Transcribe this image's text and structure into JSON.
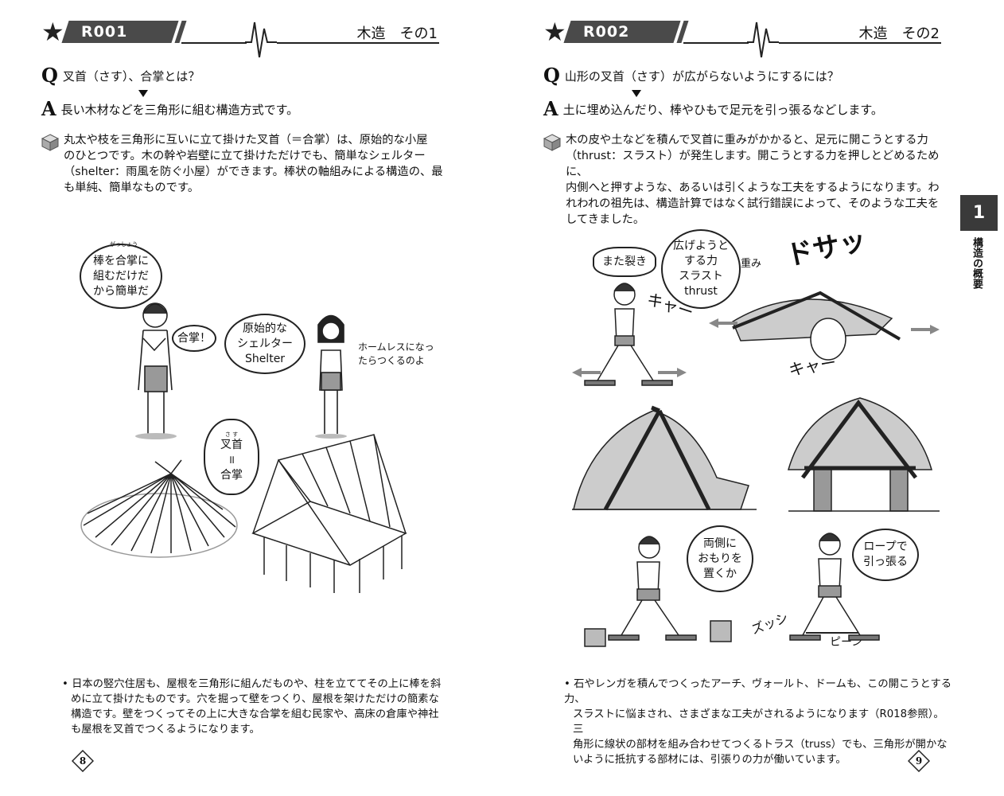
{
  "left": {
    "header": {
      "code": "R001",
      "title": "木造　その1"
    },
    "question": {
      "marker": "Q",
      "text": "叉首（さす）、合掌とは？"
    },
    "answer": {
      "marker": "A",
      "text": "長い木材などを三角形に組む構造方式です。"
    },
    "body": [
      "丸太や枝を三角形に互いに立て掛けた叉首（＝合掌）は、原始的な小屋",
      "のひとつです。木の幹や岩壁に立て掛けただけでも、簡単なシェルター",
      "（shelter：雨風を防ぐ小屋）ができます。棒状の軸組みによる構造の、最",
      "も単純、簡単なものです。"
    ],
    "illustration": {
      "bubble_main": [
        "棒を合掌に",
        "組むだけだ",
        "から簡単だ"
      ],
      "ruby_gassho": "がっしょう",
      "bubble_gassho": "合掌！",
      "bubble_shelter": [
        "原始的な",
        "シェルター",
        "Shelter"
      ],
      "remark": [
        "ホームレスになっ",
        "たらつくるのよ"
      ],
      "ruby_sasu": "さ す",
      "bubble_sasu": [
        "叉首",
        "॥",
        "合掌"
      ]
    },
    "note": [
      "日本の竪穴住居も、屋根を三角形に組んだものや、柱を立ててその上に棒を斜",
      "めに立て掛けたものです。穴を掘って壁をつくり、屋根を架けただけの簡素な",
      "構造です。壁をつくってその上に大きな合掌を組む民家や、高床の倉庫や神社",
      "も屋根を叉首でつくるようになります。"
    ],
    "page_number": "8"
  },
  "right": {
    "header": {
      "code": "R002",
      "title": "木造　その2"
    },
    "question": {
      "marker": "Q",
      "text": "山形の叉首（さす）が広がらないようにするには？"
    },
    "answer": {
      "marker": "A",
      "text": "土に埋め込んだり、棒やひもで足元を引っ張るなどします。"
    },
    "body": [
      "木の皮や土などを積んで叉首に重みがかかると、足元に開こうとする力",
      "（thrust：スラスト）が発生します。開こうとする力を押しとどめるために、",
      "内側へと押すような、あるいは引くような工夫をするようになります。わ",
      "れわれの祖先は、構造計算ではなく試行錯誤によって、そのような工夫を",
      "してきました。"
    ],
    "illustration": {
      "bubble_crack": "また裂き",
      "bubble_thrust": [
        "広げようと",
        "する力",
        "スラスト",
        "thrust"
      ],
      "label_weight": "重み",
      "sfx_crash": "ドサッ",
      "sfx_kya1": "キャー",
      "sfx_kya2": "キャー",
      "bubble_weights": [
        "両側に",
        "おもりを",
        "置くか"
      ],
      "bubble_rope": [
        "ロープで",
        "引っ張る"
      ],
      "sfx_zushi": "ズッシ",
      "sfx_pin": "ピーン"
    },
    "note": [
      "石やレンガを積んでつくったアーチ、ヴォールト、ドームも、この開こうとする力、",
      "スラストに悩まされ、さまざまな工夫がされるようになります（R018参照）。三",
      "角形に線状の部材を組み合わせてつくるトラス（truss）でも、三角形が開かな",
      "いように抵抗する部材には、引張りの力が働いています。"
    ],
    "page_number": "9"
  },
  "side_tab": {
    "number": "1",
    "label": "構造の概要"
  }
}
